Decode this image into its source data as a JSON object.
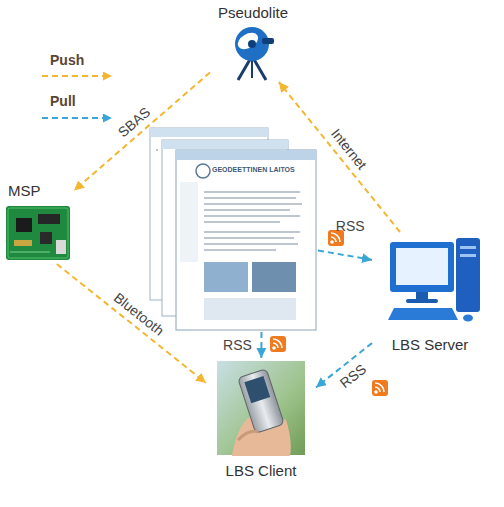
{
  "diagram": {
    "nodes": [
      {
        "text": [
          "Pseudolite"
        ]
      },
      {
        "text": [
          "MSP"
        ]
      },
      {
        "text": [
          "GEODEETTINEN LAITOS"
        ]
      },
      {
        "text": [
          "LBS Server"
        ]
      },
      {
        "text": [
          "LBS Client"
        ]
      }
    ],
    "edges": [
      {
        "from": 3,
        "to": 0,
        "label": "Internet",
        "arrow": "to"
      },
      {
        "from": 0,
        "to": 1,
        "label": "SBAS",
        "arrow": "to"
      },
      {
        "from": 1,
        "to": 4,
        "label": "Bluetooth",
        "arrow": "to"
      },
      {
        "from": 2,
        "to": 3,
        "label": "RSS",
        "arrow": "to"
      },
      {
        "from": 2,
        "to": 4,
        "label": "RSS",
        "arrow": "to"
      },
      {
        "from": 3,
        "to": 4,
        "label": "RSS",
        "arrow": "to"
      }
    ],
    "legend": [
      {
        "text": "Push"
      },
      {
        "text": "Pull"
      }
    ]
  }
}
